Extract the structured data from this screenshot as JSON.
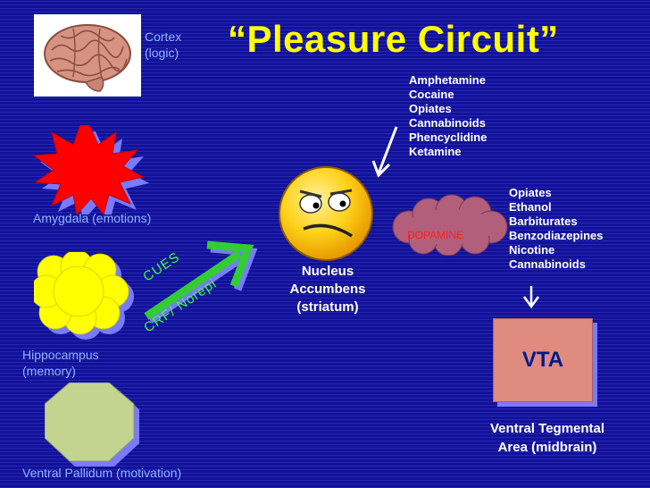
{
  "title": "“Pleasure Circuit”",
  "cortex_label": [
    "Cortex",
    "(logic)"
  ],
  "regions": {
    "amygdala": "Amygdala (emotions)",
    "hippocampus": [
      "Hippocampus",
      "(memory)"
    ],
    "ventral_pallidum": "Ventral Pallidum (motivation)"
  },
  "pathway_labels": {
    "cues": "CUES",
    "crf": "CRF/ Norepi"
  },
  "nucleus_accumbens": [
    "Nucleus",
    "Accumbens",
    "(striatum)"
  ],
  "dopamine": "DOPAMINE",
  "nac_drugs": [
    "Amphetamine",
    "Cocaine",
    "Opiates",
    "Cannabinoids",
    "Phencyclidine",
    "Ketamine"
  ],
  "vta_drugs": [
    "Opiates",
    "Ethanol",
    "Barbiturates",
    "Benzodiazepines",
    "Nicotine",
    "Cannabinoids"
  ],
  "vta": {
    "box": "VTA",
    "label": [
      "Ventral Tegmental",
      "Area (midbrain)"
    ]
  },
  "colors": {
    "background": "#11119a",
    "title": "#ffff00",
    "amygdala": "#ff0000",
    "hippocampus": "#ffff00",
    "ventral_pallidum": "#c3d491",
    "pathway_arrow": "#33cc33",
    "dopamine_cloud": "#b15f7a",
    "vta_box": "#e08b80",
    "face": "#ffcc00"
  },
  "icons": [
    "brain-image",
    "confused-face-icon",
    "down-arrow-icon"
  ]
}
